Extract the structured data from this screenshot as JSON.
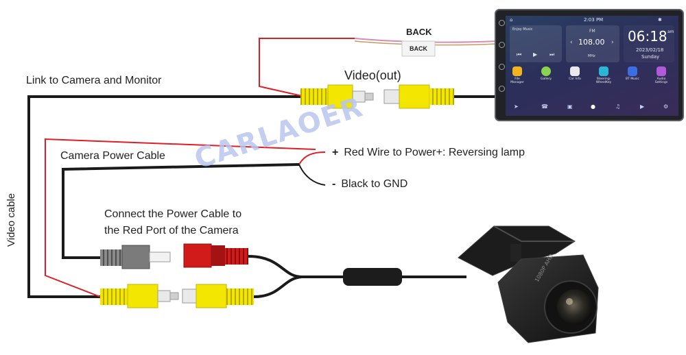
{
  "labels": {
    "link": "Link to Camera and Monitor",
    "video_out": "Video(out)",
    "back_top": "BACK",
    "back_tag": "BACK",
    "camera_power_cable": "Camera Power Cable",
    "red_wire_sign": "+",
    "red_wire": "Red Wire to Power+: Reversing lamp",
    "black_sign": "-",
    "black_wire": "Black to GND",
    "connect_line1": "Connect the Power Cable to",
    "connect_line2": "the Red Port of the Camera",
    "video_cable": "Video cable",
    "watermark": "CARLAOER"
  },
  "head_unit": {
    "status_time": "2:03 PM",
    "music_card": "Enjoy Music",
    "radio_band": "FM",
    "frequency": "108.00",
    "frequency_unit": "MHz",
    "clock": "06:18",
    "clock_ampm": "am",
    "date": "2023/02/18",
    "weekday": "Sunday",
    "apps": [
      {
        "label": "File Manager",
        "color": "#f2b51c"
      },
      {
        "label": "Gallery",
        "color": "#8bd34c"
      },
      {
        "label": "Car Info",
        "color": "#e8e8ee"
      },
      {
        "label": "Steering-WheelKey",
        "color": "#2ab7d6"
      },
      {
        "label": "BT Music",
        "color": "#3a6fe3"
      },
      {
        "label": "Audio Settings",
        "color": "#b15ad9"
      }
    ]
  },
  "colors": {
    "cable": "#1a1a1a",
    "red_wire": "#e01d25",
    "pink_wire": "#d68ab6",
    "rca_yellow": "#f3e600",
    "rca_red": "#d11a1a",
    "rca_grey": "#7b7b7b",
    "watermark": "#b9c6ee"
  }
}
